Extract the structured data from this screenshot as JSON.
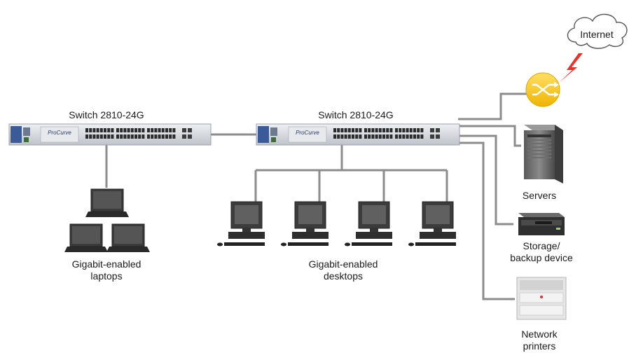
{
  "labels": {
    "internet": "Internet",
    "switch_left": "Switch 2810-24G",
    "switch_right": "Switch 2810-24G",
    "servers": "Servers",
    "storage_line1": "Storage/",
    "storage_line2": "backup device",
    "laptops_line1": "Gigabit-enabled",
    "laptops_line2": "laptops",
    "desktops_line1": "Gigabit-enabled",
    "desktops_line2": "desktops",
    "printers_line1": "Network",
    "printers_line2": "printers"
  },
  "switch_logo_text": "ProCurve",
  "colors": {
    "cable": "#8c8c8c",
    "router": "#f7c51e",
    "lightning": "#e8322c",
    "switch_body": "#d9dbe0",
    "device_dark": "#3a3a3a"
  }
}
